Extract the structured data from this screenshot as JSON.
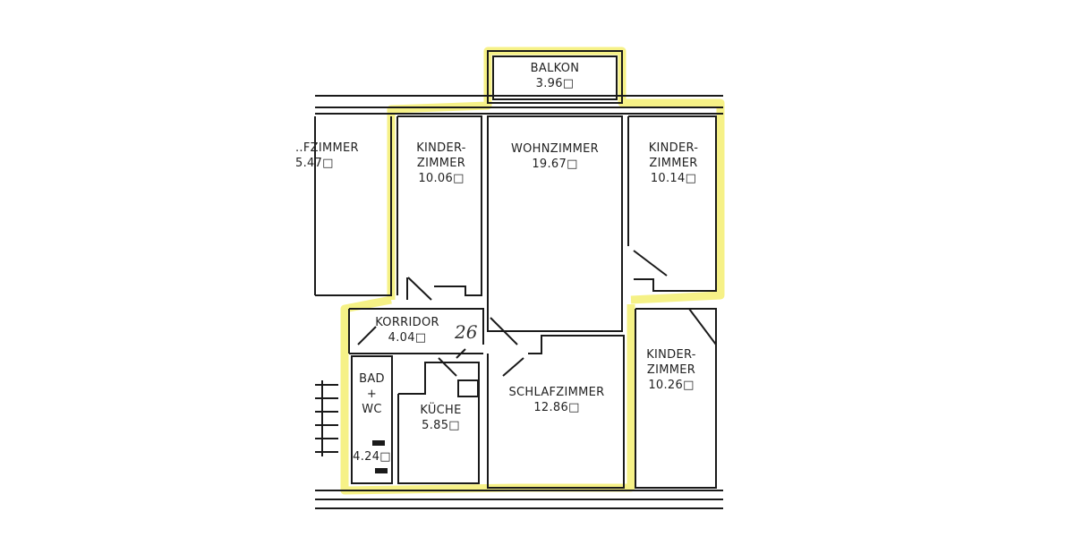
{
  "plan": {
    "highlight_color": "#f5f07a",
    "wall_color": "#1a1a1a",
    "area_unit_symbol": "□",
    "rooms": [
      {
        "id": "balkon",
        "line1": "BALKON",
        "line2": "",
        "area": "3.96"
      },
      {
        "id": "schlafzimmer-left",
        "line1": "..FZIMMER",
        "line2": "",
        "area": "5.47"
      },
      {
        "id": "kinderzimmer-1",
        "line1": "KINDER-",
        "line2": "ZIMMER",
        "area": "10.06"
      },
      {
        "id": "wohnzimmer",
        "line1": "WOHNZIMMER",
        "line2": "",
        "area": "19.67"
      },
      {
        "id": "kinderzimmer-2",
        "line1": "KINDER-",
        "line2": "ZIMMER",
        "area": "10.14"
      },
      {
        "id": "korridor",
        "line1": "KORRIDOR",
        "line2": "",
        "area": "4.04"
      },
      {
        "id": "bad-wc",
        "line1": "BAD",
        "line2": "+",
        "line3": "WC",
        "area": "4.24"
      },
      {
        "id": "kueche",
        "line1": "KÜCHE",
        "line2": "",
        "area": "5.85"
      },
      {
        "id": "schlafzimmer",
        "line1": "SCHLAFZIMMER",
        "line2": "",
        "area": "12.86"
      },
      {
        "id": "kinderzimmer-3",
        "line1": "KINDER-",
        "line2": "ZIMMER",
        "area": "10.26"
      }
    ],
    "handwritten_note": "26"
  }
}
